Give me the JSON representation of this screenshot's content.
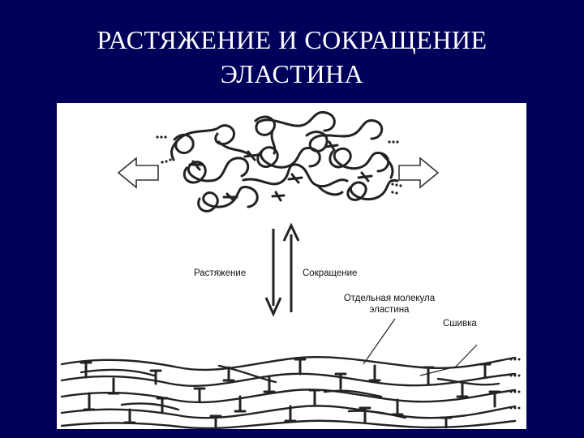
{
  "slide": {
    "title_line1": "РАСТЯЖЕНИЕ   И   СОКРАЩЕНИЕ",
    "title_line2": "ЭЛАСТИНА"
  },
  "diagram": {
    "stretch_label": "Растяжение",
    "contract_label": "Сокращение",
    "molecule_label_line1": "Отдельная молекула",
    "molecule_label_line2": "эластина",
    "crosslink_label": "Сшивка"
  },
  "colors": {
    "background": "#00005a",
    "panel": "#ffffff",
    "ink": "#222222"
  }
}
